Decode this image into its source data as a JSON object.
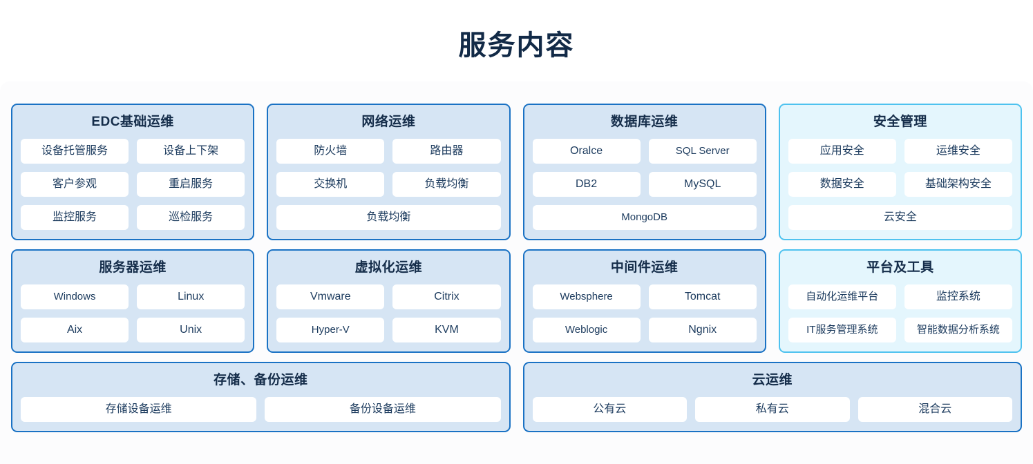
{
  "header": {
    "title": "服务内容"
  },
  "theme": {
    "page_background": "#ffffff",
    "panel_background": "#fcfcfd",
    "card_border_blue": "#1a72c4",
    "card_fill_blue": "#d6e5f4",
    "card_border_cyan": "#4ec2ef",
    "card_fill_cyan": "#e4f6fd",
    "pill_background": "#ffffff",
    "title_color": "#122a47",
    "text_color": "#1b3a5d"
  },
  "rows": [
    {
      "cards": [
        {
          "title": "EDC基础运维",
          "accent": "blue",
          "width": "quarter",
          "pill_rows": [
            [
              "设备托管服务",
              "设备上下架"
            ],
            [
              "客户参观",
              "重启服务"
            ],
            [
              "监控服务",
              "巡检服务"
            ]
          ]
        },
        {
          "title": "网络运维",
          "accent": "blue",
          "width": "quarter",
          "pill_rows": [
            [
              "防火墙",
              "路由器"
            ],
            [
              "交换机",
              "负载均衡"
            ],
            [
              "负载均衡"
            ]
          ]
        },
        {
          "title": "数据库运维",
          "accent": "blue",
          "width": "quarter",
          "pill_rows": [
            [
              "Oralce",
              "SQL Server"
            ],
            [
              "DB2",
              "MySQL"
            ],
            [
              "MongoDB"
            ]
          ]
        },
        {
          "title": "安全管理",
          "accent": "cyan",
          "width": "quarter",
          "pill_rows": [
            [
              "应用安全",
              "运维安全"
            ],
            [
              "数据安全",
              "基础架构安全"
            ],
            [
              "云安全"
            ]
          ]
        }
      ]
    },
    {
      "cards": [
        {
          "title": "服务器运维",
          "accent": "blue",
          "width": "quarter",
          "pill_rows": [
            [
              "Windows",
              "Linux"
            ],
            [
              "Aix",
              "Unix"
            ]
          ]
        },
        {
          "title": "虚拟化运维",
          "accent": "blue",
          "width": "quarter",
          "pill_rows": [
            [
              "Vmware",
              "Citrix"
            ],
            [
              "Hyper-V",
              "KVM"
            ]
          ]
        },
        {
          "title": "中间件运维",
          "accent": "blue",
          "width": "quarter",
          "pill_rows": [
            [
              "Websphere",
              "Tomcat"
            ],
            [
              "Weblogic",
              "Ngnix"
            ]
          ]
        },
        {
          "title": "平台及工具",
          "accent": "cyan",
          "width": "quarter",
          "pill_rows": [
            [
              "自动化运维平台",
              "监控系统"
            ],
            [
              "IT服务管理系统",
              "智能数据分析系统"
            ]
          ]
        }
      ]
    },
    {
      "cards": [
        {
          "title": "存储、备份运维",
          "accent": "blue",
          "width": "half",
          "pill_rows": [
            [
              "存储设备运维",
              "备份设备运维"
            ]
          ]
        },
        {
          "title": "云运维",
          "accent": "blue",
          "width": "half",
          "pill_rows": [
            [
              "公有云",
              "私有云",
              "混合云"
            ]
          ]
        }
      ]
    }
  ]
}
